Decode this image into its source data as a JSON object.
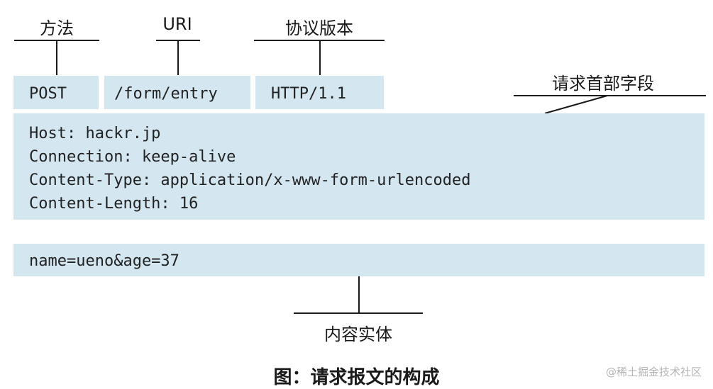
{
  "request_line": {
    "method_label": "方法",
    "uri_label": "URI",
    "version_label": "协议版本",
    "method": "POST",
    "uri": "/form/entry",
    "version": "HTTP/1.1"
  },
  "headers": {
    "label": "请求首部字段",
    "lines": [
      "Host: hackr.jp",
      "Connection: keep-alive",
      "Content-Type: application/x-www-form-urlencoded",
      "Content-Length: 16"
    ]
  },
  "body": {
    "label": "内容实体",
    "content": "name=ueno&age=37"
  },
  "caption": "图：请求报文的构成",
  "watermark": "@稀土掘金技术社区",
  "colors": {
    "box_fill": "#d4e6ef",
    "line": "#1a1a1a"
  }
}
